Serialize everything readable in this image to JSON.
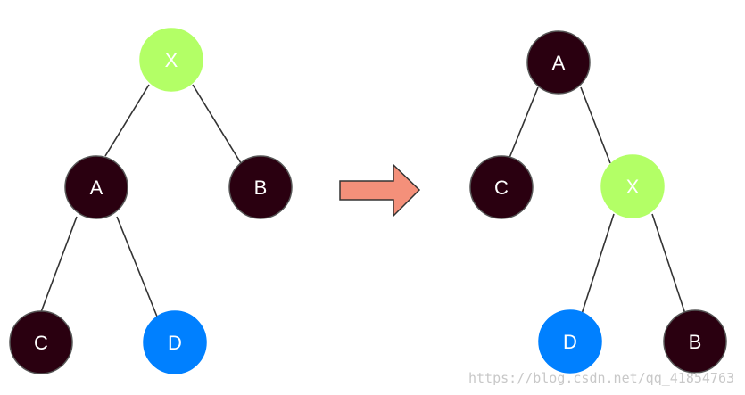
{
  "colors": {
    "dark": "#2a0010",
    "green": "#b3ff66",
    "blue": "#0080ff",
    "arrow": "#f4907a",
    "edge": "#333333"
  },
  "left_tree": {
    "root": "X",
    "a": "A",
    "b": "B",
    "c": "C",
    "d": "D"
  },
  "right_tree": {
    "root": "A",
    "c": "C",
    "x": "X",
    "d": "D",
    "b": "B"
  },
  "watermark": "https://blog.csdn.net/qq_41854763"
}
